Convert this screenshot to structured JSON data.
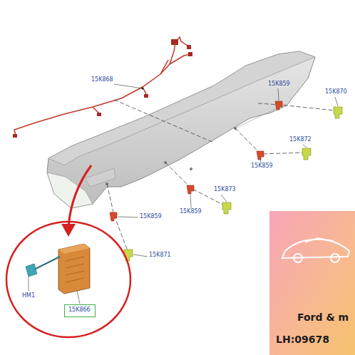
{
  "diagram": {
    "nodes": [
      {
        "text": [
          "15K866"
        ]
      },
      {
        "text": [
          "Ford & m",
          "LH:09678"
        ]
      }
    ],
    "labels": [
      "15K868",
      "15K859",
      "15K870",
      "15K872",
      "15K859",
      "15K873",
      "15K859",
      "15K859",
      "15K871",
      "HM1"
    ]
  }
}
